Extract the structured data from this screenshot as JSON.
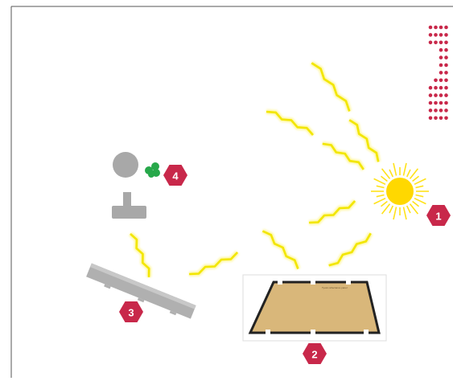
{
  "colors": {
    "frame": "#555555",
    "ray": "#f2e600",
    "ray_glow": "#fff7a0",
    "sun": "#ffd800",
    "sun_ray": "#ffe21a",
    "badge": "#c8284a",
    "badge_text": "#ffffff",
    "gray": "#a8a8a8",
    "plant": "#27a84a",
    "panel_fill": "#d9b77a",
    "panel_border": "#222222",
    "dots": "#c8284a"
  },
  "icons": {
    "sun": "sun-icon",
    "reflector": "reflector-panel-icon",
    "mirror": "mirror-icon",
    "head": "person-head-icon",
    "body": "person-body-icon",
    "plant": "plant-icon",
    "dots": "dot-matrix-icon"
  },
  "badges": {
    "sun": "1",
    "panel": "2",
    "mirror": "3",
    "subject": "4"
  },
  "panel": {
    "caption": "Tyvek reflectance panel"
  }
}
